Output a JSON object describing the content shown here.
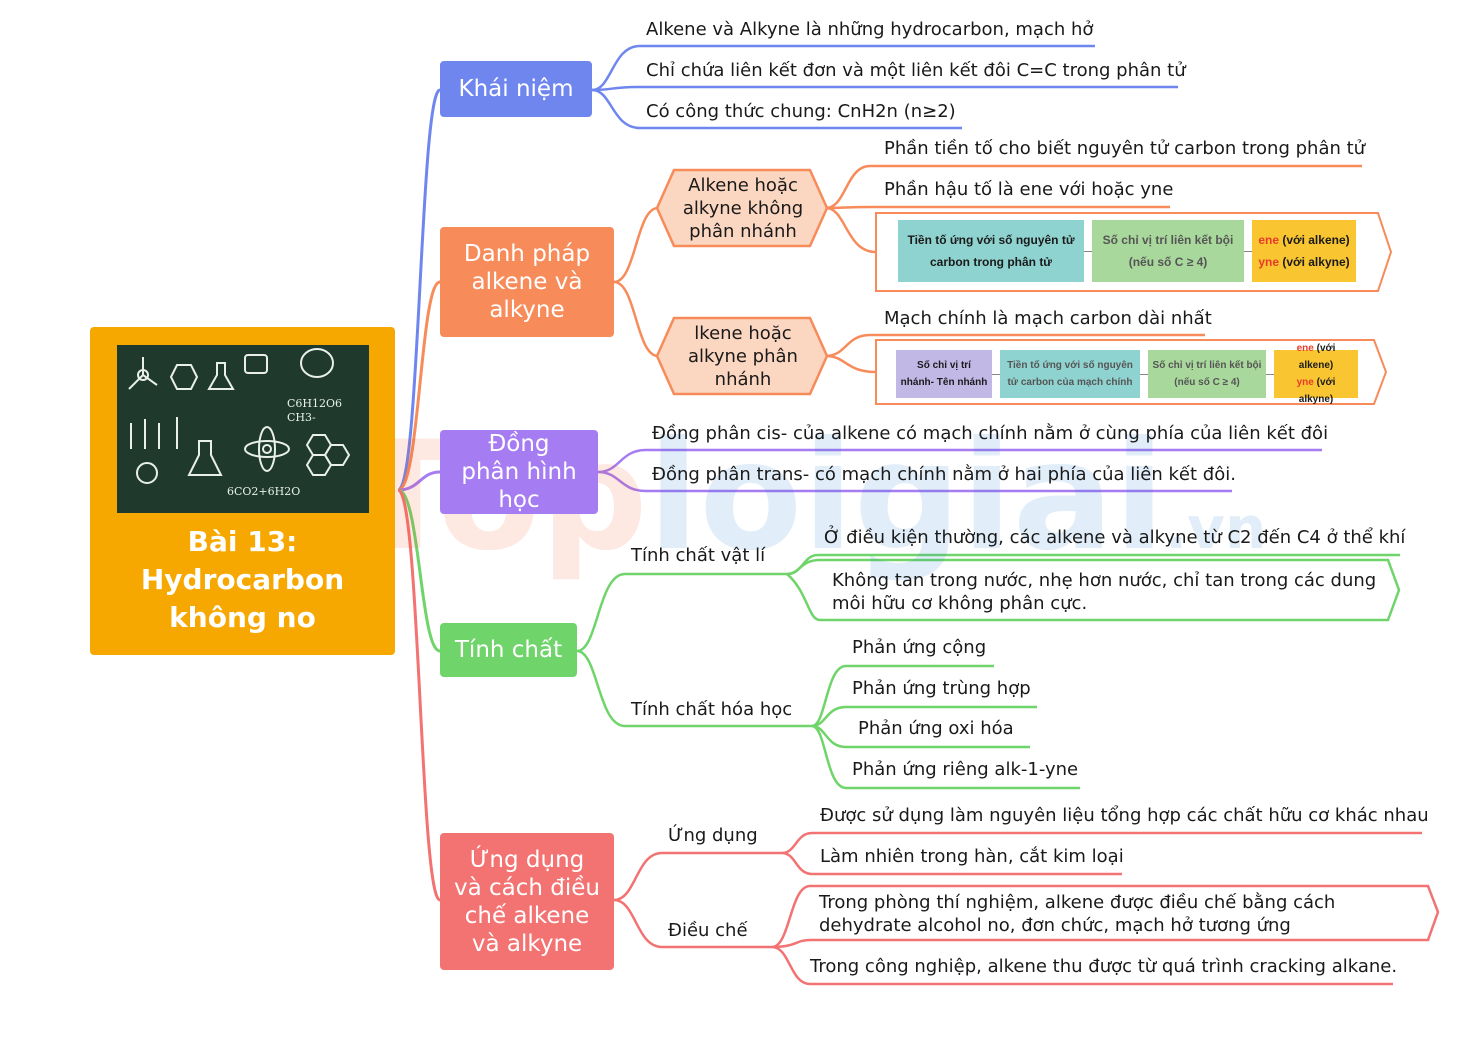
{
  "center": {
    "title": "Bài 13: Hydrocarbon không no"
  },
  "colors": {
    "center": "#f7a800",
    "khai_niem": "#6f86ef",
    "danh_phap": "#f78b5a",
    "dong_phan": "#a67cf2",
    "tinh_chat": "#6fd46a",
    "ung_dung": "#f37272"
  },
  "branches": {
    "khai_niem": {
      "label": "Khái niệm",
      "leaves": [
        "Alkene và Alkyne là những hydrocarbon, mạch hở",
        "Chỉ chứa liên kết đơn và một liên kết đôi C=C trong phân tử",
        "Có công thức chung: CnH2n (n≥2)"
      ]
    },
    "danh_phap": {
      "label": "Danh pháp alkene và alkyne",
      "sub1": {
        "label": "Alkene hoặc alkyne không phân nhánh",
        "leaves": [
          "Phần tiền tố cho biết nguyên tử carbon trong phân tử",
          "Phần hậu tố là ene với hoặc yne"
        ],
        "formula": {
          "box1": "Tiền tố ứng với số nguyên tử carbon trong phân tử",
          "box2": "Số chỉ vị trí liên kết bội (nếu số C ≥ 4)",
          "box3_a_red": "ene",
          "box3_a": "(với alkene)",
          "box3_b_red": "yne",
          "box3_b": "(với alkyne)"
        }
      },
      "sub2": {
        "label": "lkene hoặc alkyne phân nhánh",
        "leaves": [
          "Mạch chính là mạch carbon dài nhất"
        ],
        "formula": {
          "box1": "Số chỉ vị trí nhánh- Tên nhánh",
          "box2": "Tiền tố ứng với số nguyên tử carbon của mạch chính",
          "box3": "Số chỉ vị trí liên kết bội (nếu số C ≥ 4)",
          "box4_a_red": "ene",
          "box4_a": "(với alkene)",
          "box4_b_red": "yne",
          "box4_b": "(với alkyne)"
        }
      }
    },
    "dong_phan": {
      "label": "Đồng phân hình học",
      "leaves": [
        "Đồng phân cis- của alkene có mạch chính nằm ở cùng phía của liên kết đôi",
        "Đồng phân trans- có mạch chính nằm ở hai phía của liên kết đôi."
      ]
    },
    "tinh_chat": {
      "label": "Tính chất",
      "vat_li": {
        "label": "Tính chất vật lí",
        "leaves": [
          "Ở điều kiện thường, các alkene và alkyne từ C2 đến C4 ở thể khí",
          "Không tan trong nước, nhẹ hơn nước, chỉ tan trong các dung môi hữu cơ không phân cực."
        ]
      },
      "hoa_hoc": {
        "label": "Tính chất hóa học",
        "leaves": [
          "Phản ứng cộng",
          "Phản ứng trùng hợp",
          "Phản ứng oxi hóa",
          "Phản ứng riêng alk-1-yne"
        ]
      }
    },
    "ung_dung": {
      "label": "Ứng dụng và cách điều chế alkene và alkyne",
      "ud": {
        "label": "Ứng dụng",
        "leaves": [
          "Được sử dụng làm nguyên liệu tổng hợp các chất hữu cơ khác nhau",
          "Làm nhiên trong hàn, cắt kim loại"
        ]
      },
      "dc": {
        "label": "Điều chế",
        "leaves": [
          "Trong phòng thí nghiệm, alkene được điều chế bằng cách dehydrate alcohol no, đơn chức, mạch hở tương ứng",
          "Trong công nghiệp, alkene thu được từ quá trình cracking alkane."
        ]
      }
    }
  },
  "watermark": {
    "part1": "Top",
    "part2": "loigiai",
    "part3": ".vn"
  }
}
